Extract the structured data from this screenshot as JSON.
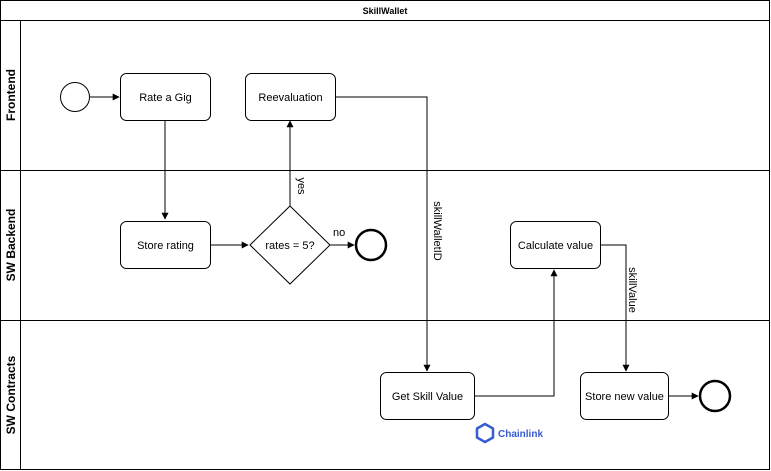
{
  "pool": {
    "title": "SkillWallet"
  },
  "lanes": [
    {
      "label": "Frontend"
    },
    {
      "label": "SW Backend"
    },
    {
      "label": "SW Contracts"
    }
  ],
  "nodes": {
    "rate_gig": "Rate a Gig",
    "reevaluation": "Reevaluation",
    "store_rating": "Store rating",
    "decision": "rates = 5?",
    "calculate_value": "Calculate value",
    "get_skill_value": "Get Skill Value",
    "store_new_value": "Store new value"
  },
  "edges": {
    "yes": "yes",
    "no": "no",
    "skill_wallet_id": "skillWalletID",
    "skill_value": "skillValue"
  },
  "branding": {
    "chainlink": "Chainlink",
    "brand_color": "#375bd2"
  }
}
